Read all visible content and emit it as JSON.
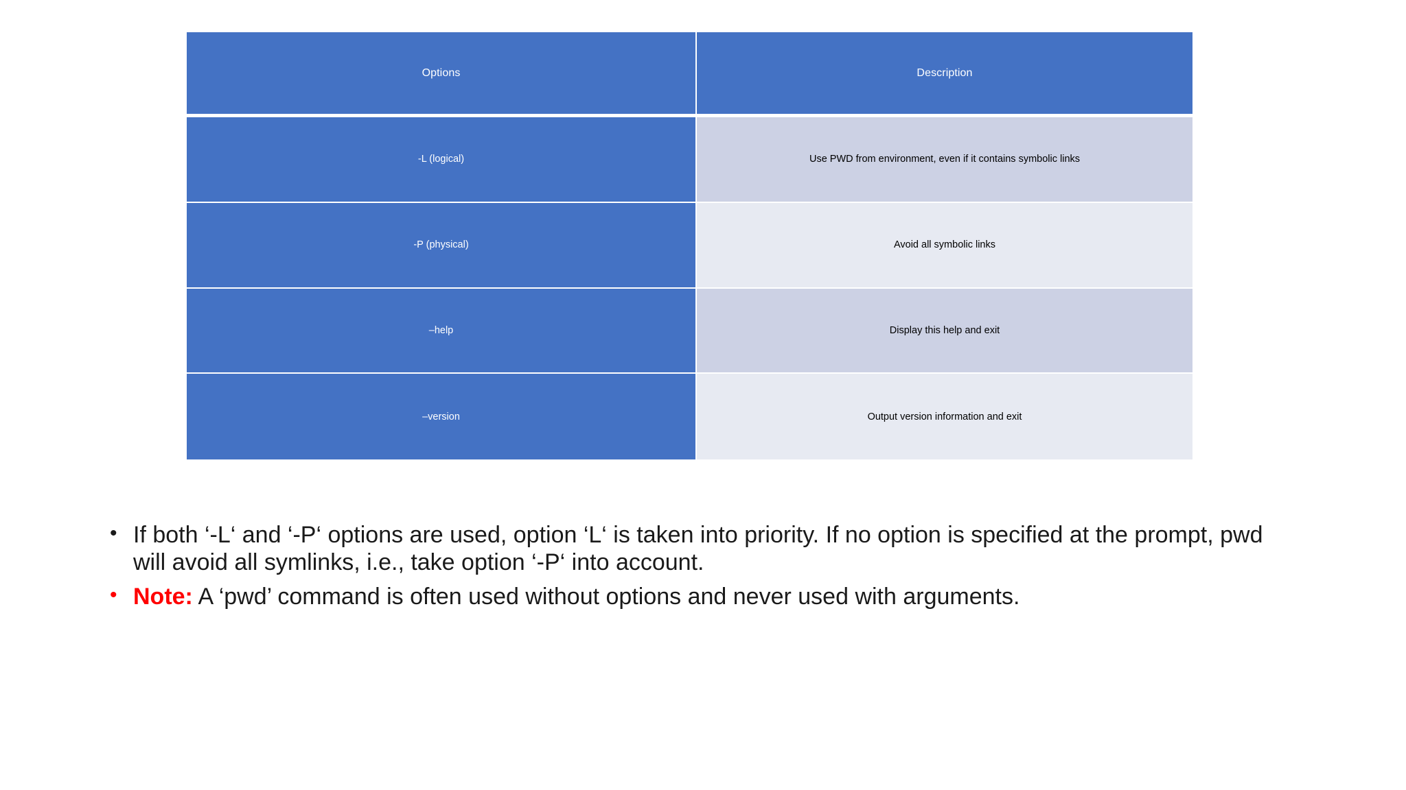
{
  "slide": {
    "background_color": "#ffffff",
    "accent_color": "#4472c4",
    "note_color": "#ff0000",
    "row_shade_dark": "#ccd1e4",
    "row_shade_light": "#e7eaf2"
  },
  "table": {
    "headers": {
      "options": "Options",
      "description": "Description"
    },
    "rows": [
      {
        "option": "-L (logical)",
        "description": "Use PWD from environment, even if it contains symbolic links"
      },
      {
        "option": "-P (physical)",
        "description": "Avoid all symbolic links"
      },
      {
        "option": "–help",
        "description": "Display this help and exit"
      },
      {
        "option": "–version",
        "description": "Output version information and exit"
      }
    ]
  },
  "bullets": [
    {
      "marker": "•",
      "marker_color": "#1a1a1a",
      "text": "If both ‘-L‘ and ‘-P‘ options are used, option ‘L‘ is taken into priority. If no option is specified at the prompt, pwd will avoid all symlinks, i.e., take option ‘-P‘ into account."
    },
    {
      "marker": "•",
      "marker_color": "#ff0000",
      "label": "Note:",
      "text": " A ‘pwd’ command is often used without options and never used with arguments."
    }
  ]
}
